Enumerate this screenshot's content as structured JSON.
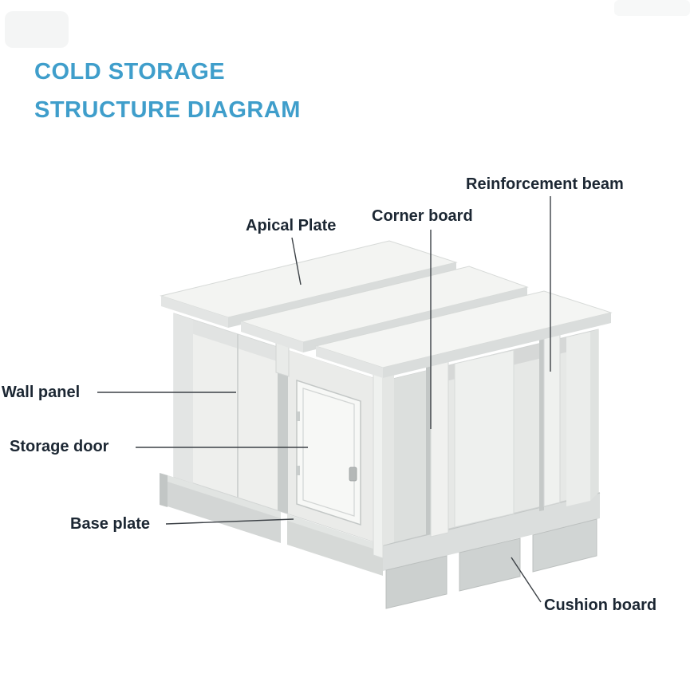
{
  "title": {
    "line1": "COLD STORAGE",
    "line2": "STRUCTURE DIAGRAM"
  },
  "labels": {
    "apical_plate": "Apical Plate",
    "corner_board": "Corner board",
    "reinforcement_beam": "Reinforcement beam",
    "wall_panel": "Wall panel",
    "storage_door": "Storage door",
    "base_plate": "Base plate",
    "cushion_board": "Cushion board"
  },
  "colors": {
    "background": "#ffffff",
    "title_text": "#3f9ecb",
    "label_text": "#1c2733",
    "leader_line": "#3c4146",
    "panel_light": "#f3f4f2",
    "panel_mid": "#e6e8e6",
    "panel_dark": "#ccd0cf"
  }
}
